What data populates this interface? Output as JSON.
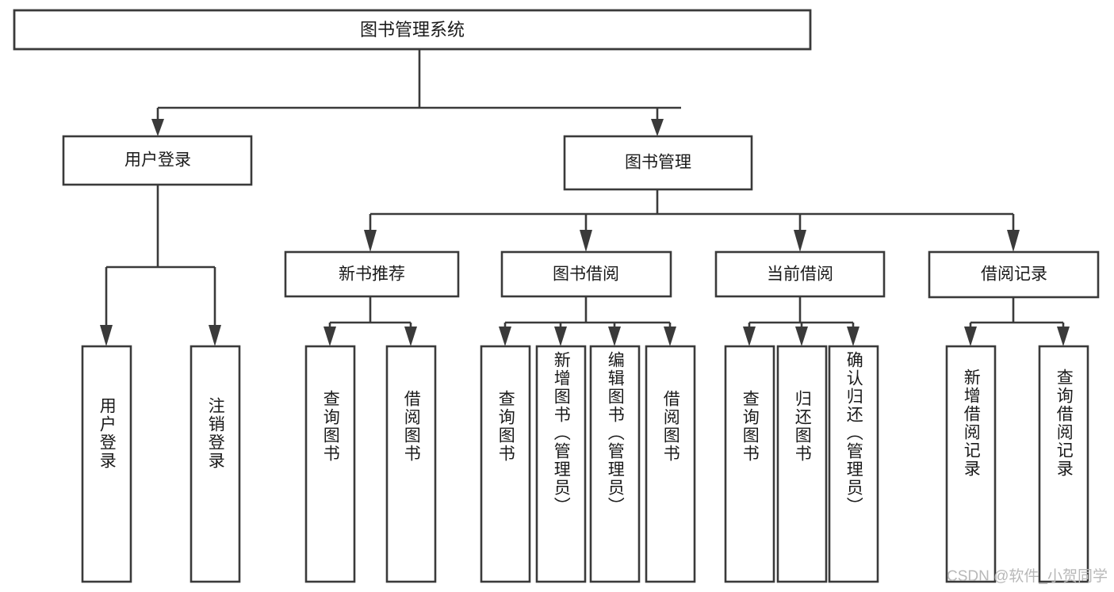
{
  "diagram": {
    "type": "tree",
    "title": "图书管理系统",
    "watermark": "CSDN @软件_小贺同学",
    "levels": {
      "root": {
        "label": "图书管理系统"
      },
      "level2": [
        {
          "id": "user-login",
          "label": "用户登录"
        },
        {
          "id": "book-manage",
          "label": "图书管理"
        }
      ],
      "level3": [
        {
          "id": "new-book-recommend",
          "label": "新书推荐",
          "parent": "book-manage"
        },
        {
          "id": "book-borrow",
          "label": "图书借阅",
          "parent": "book-manage"
        },
        {
          "id": "current-borrow",
          "label": "当前借阅",
          "parent": "book-manage"
        },
        {
          "id": "borrow-record",
          "label": "借阅记录",
          "parent": "book-manage"
        }
      ],
      "leaves": [
        {
          "id": "leaf-user-login",
          "label": "用户登录",
          "parent": "user-login"
        },
        {
          "id": "leaf-logout-login",
          "label": "注销登录",
          "parent": "user-login"
        },
        {
          "id": "leaf-query-book-1",
          "label": "查询图书",
          "parent": "new-book-recommend"
        },
        {
          "id": "leaf-borrow-book-1",
          "label": "借阅图书",
          "parent": "new-book-recommend"
        },
        {
          "id": "leaf-query-book-2",
          "label": "查询图书",
          "parent": "book-borrow"
        },
        {
          "id": "leaf-add-book",
          "label": "新增图书（管理员）",
          "parent": "book-borrow"
        },
        {
          "id": "leaf-edit-book",
          "label": "编辑图书（管理员）",
          "parent": "book-borrow"
        },
        {
          "id": "leaf-borrow-book-2",
          "label": "借阅图书",
          "parent": "book-borrow"
        },
        {
          "id": "leaf-query-book-3",
          "label": "查询图书",
          "parent": "current-borrow"
        },
        {
          "id": "leaf-return-book",
          "label": "归还图书",
          "parent": "current-borrow"
        },
        {
          "id": "leaf-confirm-return",
          "label": "确认归还（管理员）",
          "parent": "current-borrow"
        },
        {
          "id": "leaf-add-record",
          "label": "新增借阅记录",
          "parent": "borrow-record"
        },
        {
          "id": "leaf-query-record",
          "label": "查询借阅记录",
          "parent": "borrow-record"
        }
      ]
    },
    "colors": {
      "stroke": "#3a3a3a",
      "fill": "#ffffff",
      "text": "#1a1a1a",
      "watermark": "#b8b8b8"
    }
  }
}
